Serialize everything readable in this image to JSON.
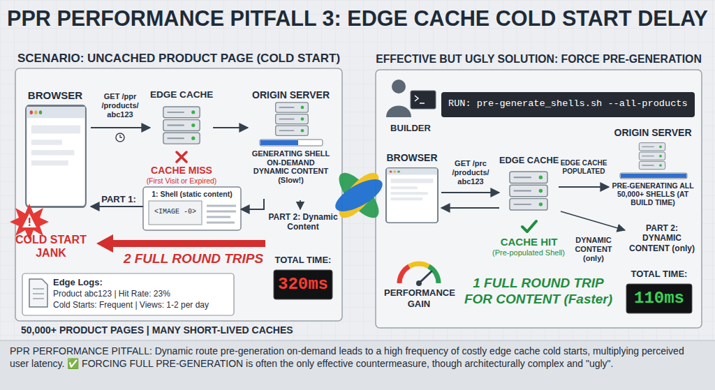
{
  "diagram": {
    "title": "PPR PERFORMANCE PITFALL 3: EDGE CACHE COLD START DELAY",
    "caption": "PPR PERFORMANCE PITFALL: Dynamic route pre-generation on-demand leads to a high frequency of costly edge cache cold starts, multiplying perceived user latency. ✅ FORCING FULL PRE-GENERATION is often the only effective countermeasure, though architecturally complex and \"ugly\".",
    "nodes": [
      {
        "text": [
          "SCENARIO: UNCACHED PRODUCT PAGE (COLD START)"
        ]
      },
      {
        "text": [
          "BROWSER"
        ],
        "in": 0
      },
      {
        "text": [
          "EDGE CACHE"
        ],
        "in": 0
      },
      {
        "text": [
          "ORIGIN SERVER",
          "GENERATING SHELL ON-DEMAND DYNAMIC CONTENT (Slow!)"
        ],
        "in": 0
      },
      {
        "text": [
          "1: Shell (static content)"
        ],
        "in": 0
      },
      {
        "text": [
          "<IMAGE -0>"
        ],
        "in": 4
      },
      {
        "text": [
          "TOTAL TIME:",
          "320ms"
        ],
        "in": 0
      },
      {
        "text": [
          "Edge Logs:",
          "Product abc123 | Hit Rate: 23%",
          "Cold Starts: Frequent | Views: 1-2 per day"
        ],
        "in": 0
      },
      {
        "text": [
          "EFFECTIVE BUT UGLY SOLUTION: FORCE PRE-GENERATION"
        ]
      },
      {
        "text": [
          "BUILDER"
        ],
        "in": 8
      },
      {
        "text": [
          "RUN: pre-generate_shells.sh --all-products"
        ],
        "in": 8
      },
      {
        "text": [
          "BROWSER"
        ],
        "in": 8
      },
      {
        "text": [
          "EDGE CACHE"
        ],
        "in": 8
      },
      {
        "text": [
          "ORIGIN SERVER",
          "PRE-GENERATING ALL 50,000+ SHELLS (AT BUILD TIME)"
        ],
        "in": 8
      },
      {
        "text": [
          "PERFORMANCE GAIN"
        ],
        "in": 8
      },
      {
        "text": [
          "TOTAL TIME:",
          "110ms"
        ],
        "in": 8
      }
    ],
    "edges": [
      {
        "from": 1,
        "to": 2,
        "arrow": "to",
        "label": "GET /ppr /products/ abc123"
      },
      {
        "from": 2,
        "to": 3,
        "arrow": "to"
      },
      {
        "from": 3,
        "to": 4,
        "arrow": "to"
      },
      {
        "from": 4,
        "to": 1,
        "arrow": "to",
        "label": "PART 1:"
      },
      {
        "from": 11,
        "to": 12,
        "arrow": "to",
        "label": "GET /prc /products/ abc123"
      },
      {
        "from": 12,
        "to": 11,
        "arrow": "to"
      },
      {
        "from": 12,
        "to": 13,
        "arrow": "to",
        "label": "EDGE CACHE POPULATED"
      }
    ],
    "labels": [
      "CACHE MISS",
      "(First Visit or Expired)",
      "PART 2: Dynamic Content",
      "COLD START JANK",
      "2 FULL ROUND TRIPS",
      "50,000+ PRODUCT PAGES | MANY SHORT-LIVED CACHES",
      "CACHE HIT",
      "(Pre-populated Shell)",
      "DYNAMIC CONTENT (only)",
      "PART 2: DYNAMIC CONTENT (only)",
      "1 FULL ROUND TRIP FOR CONTENT (Faster)"
    ]
  }
}
